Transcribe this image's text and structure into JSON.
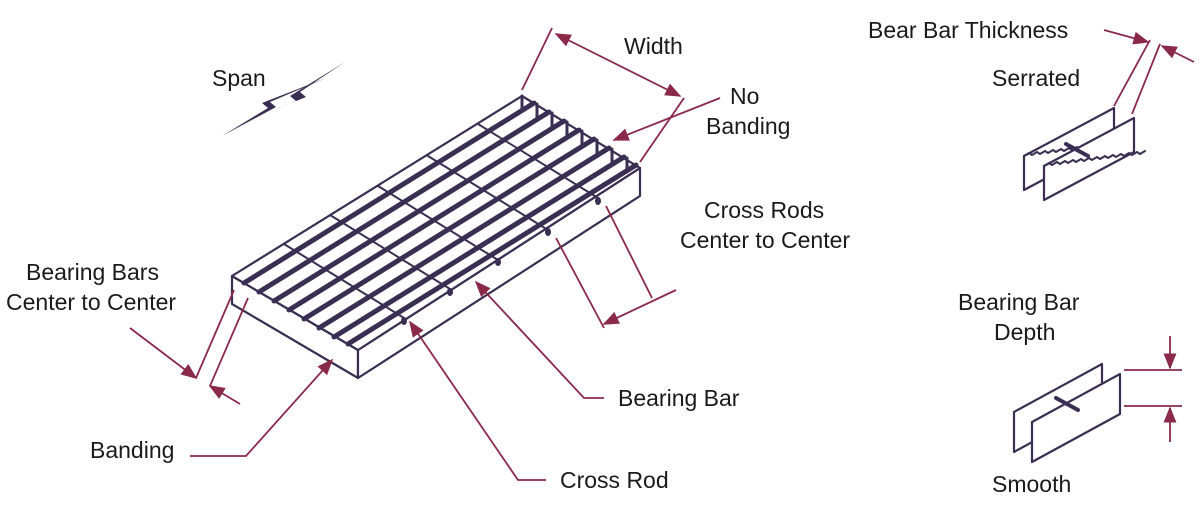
{
  "labels": {
    "span": "Span",
    "width": "Width",
    "no_banding_line1": "No",
    "no_banding_line2": "Banding",
    "bear_bar_thickness": "Bear Bar Thickness",
    "serrated": "Serrated",
    "cross_rods_line1": "Cross Rods",
    "cross_rods_line2": "Center to Center",
    "bearing_bars_line1": "Bearing Bars",
    "bearing_bars_line2": "Center to Center",
    "bearing_bar_depth_line1": "Bearing Bar",
    "bearing_bar_depth_line2": "Depth",
    "bearing_bar": "Bearing Bar",
    "banding": "Banding",
    "cross_rod": "Cross Rod",
    "smooth": "Smooth"
  },
  "colors": {
    "line_art": "#3a2f52",
    "dimension_leader": "#8a2a48",
    "text": "#1a1a1a",
    "background": "#ffffff"
  },
  "icons": {
    "span_arrow": "double-headed-lightning-arrow"
  }
}
